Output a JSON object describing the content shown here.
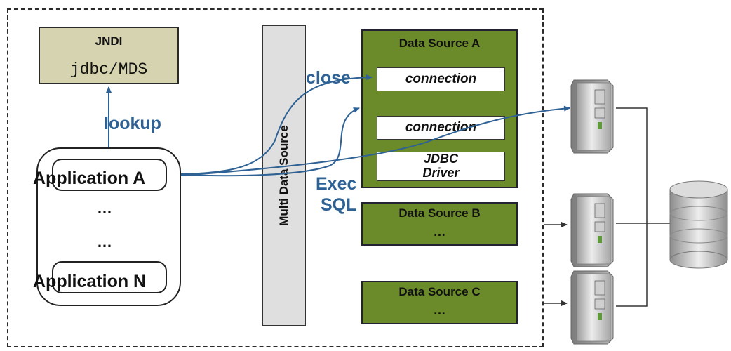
{
  "jndi": {
    "title": "JNDI",
    "path": "jdbc/MDS"
  },
  "labels": {
    "lookup": "lookup",
    "close": "close",
    "exec_line1": "Exec",
    "exec_line2": "SQL"
  },
  "applications": {
    "first": "Application A",
    "ellipsis1": "…",
    "ellipsis2": "…",
    "last": "Application N"
  },
  "multi_data_source": {
    "label": "Multi Data Source"
  },
  "data_sources": [
    {
      "title": "Data Source A",
      "connections": [
        "connection",
        "connection"
      ],
      "driver_line1": "JDBC",
      "driver_line2": "Driver"
    },
    {
      "title": "Data Source B",
      "ellipsis": "…"
    },
    {
      "title": "Data Source C",
      "ellipsis": "…"
    }
  ],
  "colors": {
    "frame": "#2b2b2b",
    "jndi_fill": "#d6d3b0",
    "data_source_fill": "#6b8a2a",
    "multi_fill": "#dfdfdf",
    "accent_blue": "#2e6194"
  },
  "icons": {
    "server": "server-icon",
    "database": "database-icon"
  }
}
